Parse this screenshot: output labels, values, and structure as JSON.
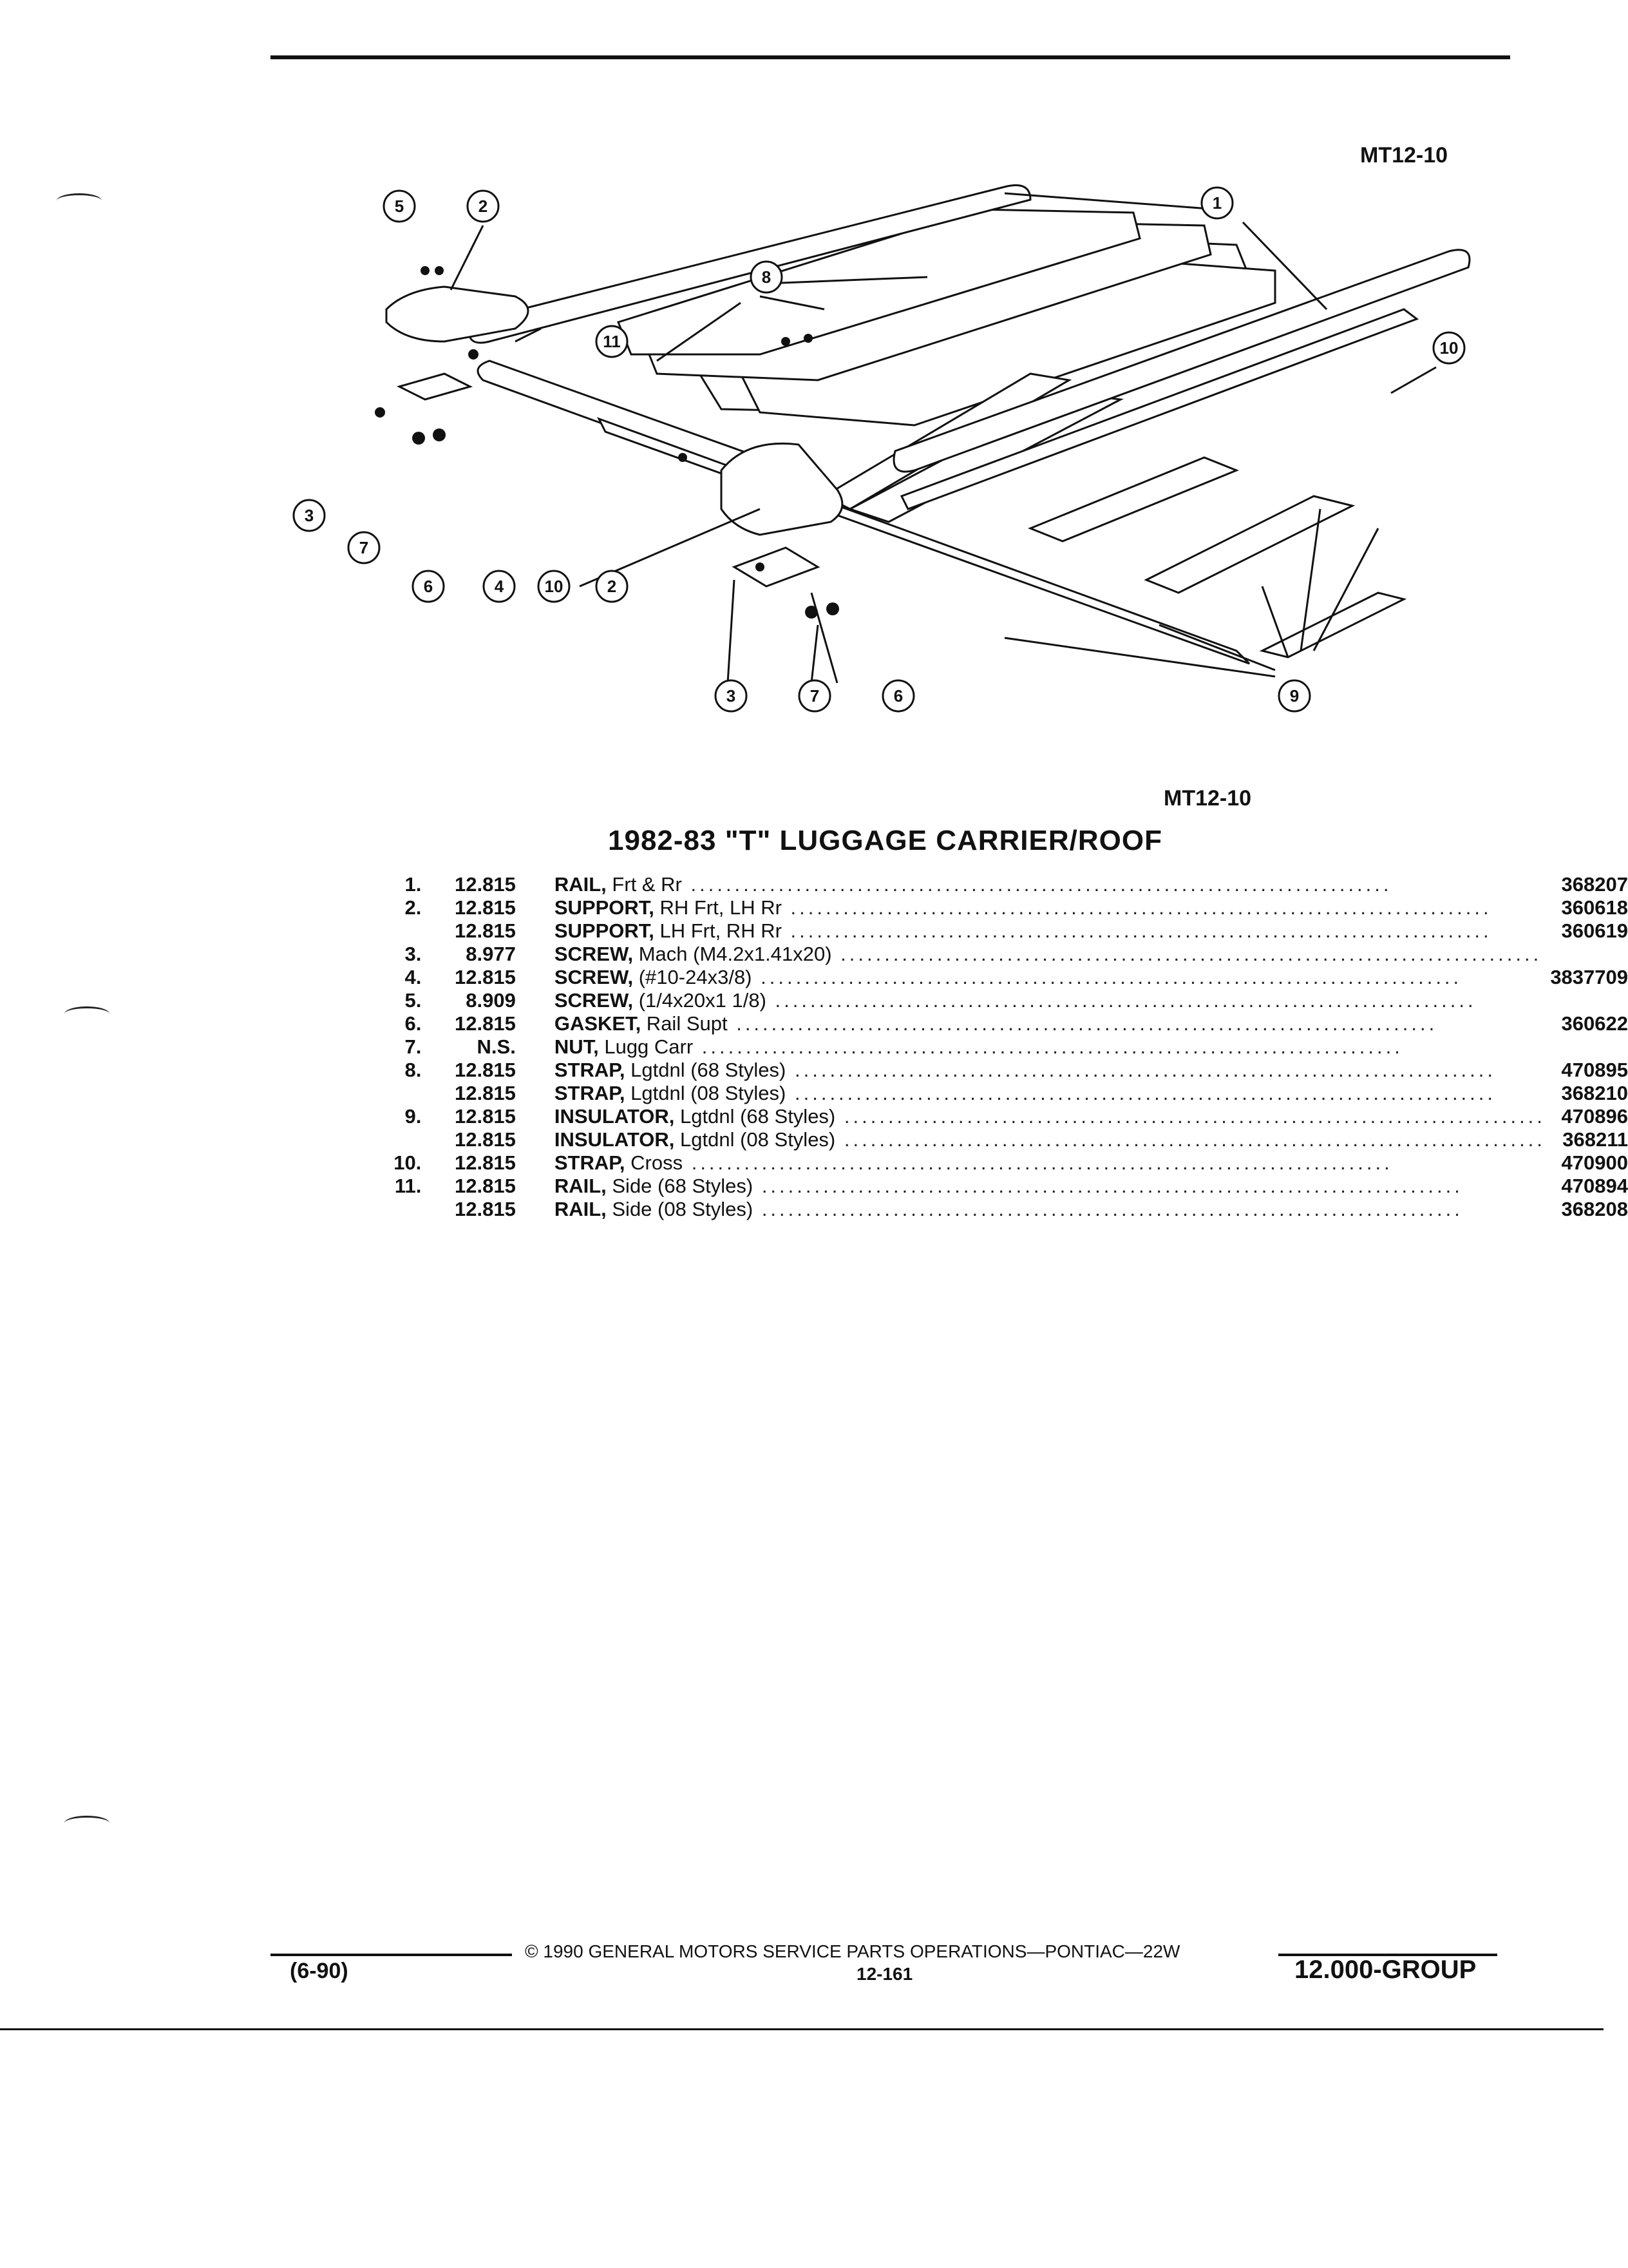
{
  "figure_code_top": "MT12-10",
  "figure_code_caption": "MT12-10",
  "title": "1982-83 \"T\" LUGGAGE CARRIER/ROOF",
  "callouts": [
    "1",
    "2",
    "3",
    "4",
    "5",
    "6",
    "7",
    "8",
    "9",
    "10",
    "11"
  ],
  "parts": [
    {
      "no": "1.",
      "group": "12.815",
      "name": "RAIL,",
      "detail": " Frt & Rr",
      "part": "368207"
    },
    {
      "no": "2.",
      "group": "12.815",
      "name": "SUPPORT,",
      "detail": " RH Frt, LH Rr",
      "part": "360618"
    },
    {
      "no": "",
      "group": "12.815",
      "name": "SUPPORT,",
      "detail": " LH Frt, RH Rr",
      "part": "360619"
    },
    {
      "no": "3.",
      "group": "8.977",
      "name": "SCREW,",
      "detail": " Mach (M4.2x1.41x20)",
      "part": ""
    },
    {
      "no": "4.",
      "group": "12.815",
      "name": "SCREW,",
      "detail": " (#10-24x3/8)",
      "part": "3837709"
    },
    {
      "no": "5.",
      "group": "8.909",
      "name": "SCREW,",
      "detail": " (1/4x20x1 1/8)",
      "part": ""
    },
    {
      "no": "6.",
      "group": "12.815",
      "name": "GASKET,",
      "detail": " Rail Supt",
      "part": "360622"
    },
    {
      "no": "7.",
      "group": "N.S.",
      "name": "NUT,",
      "detail": " Lugg Carr",
      "part": ""
    },
    {
      "no": "8.",
      "group": "12.815",
      "name": "STRAP,",
      "detail": " Lgtdnl (68 Styles)",
      "part": "470895"
    },
    {
      "no": "",
      "group": "12.815",
      "name": "STRAP,",
      "detail": " Lgtdnl (08 Styles)",
      "part": "368210"
    },
    {
      "no": "9.",
      "group": "12.815",
      "name": "INSULATOR,",
      "detail": " Lgtdnl (68 Styles)",
      "part": "470896"
    },
    {
      "no": "",
      "group": "12.815",
      "name": "INSULATOR,",
      "detail": " Lgtdnl (08 Styles)",
      "part": "368211"
    },
    {
      "no": "10.",
      "group": "12.815",
      "name": "STRAP,",
      "detail": " Cross",
      "part": "470900"
    },
    {
      "no": "11.",
      "group": "12.815",
      "name": "RAIL,",
      "detail": " Side (68 Styles)",
      "part": "470894"
    },
    {
      "no": "",
      "group": "12.815",
      "name": "RAIL,",
      "detail": " Side (08 Styles)",
      "part": "368208"
    }
  ],
  "footer": {
    "date": "(6-90)",
    "copyright": "© 1990 GENERAL MOTORS SERVICE PARTS OPERATIONS—PONTIAC—22W",
    "page": "12-161",
    "group": "12.000-GROUP"
  }
}
